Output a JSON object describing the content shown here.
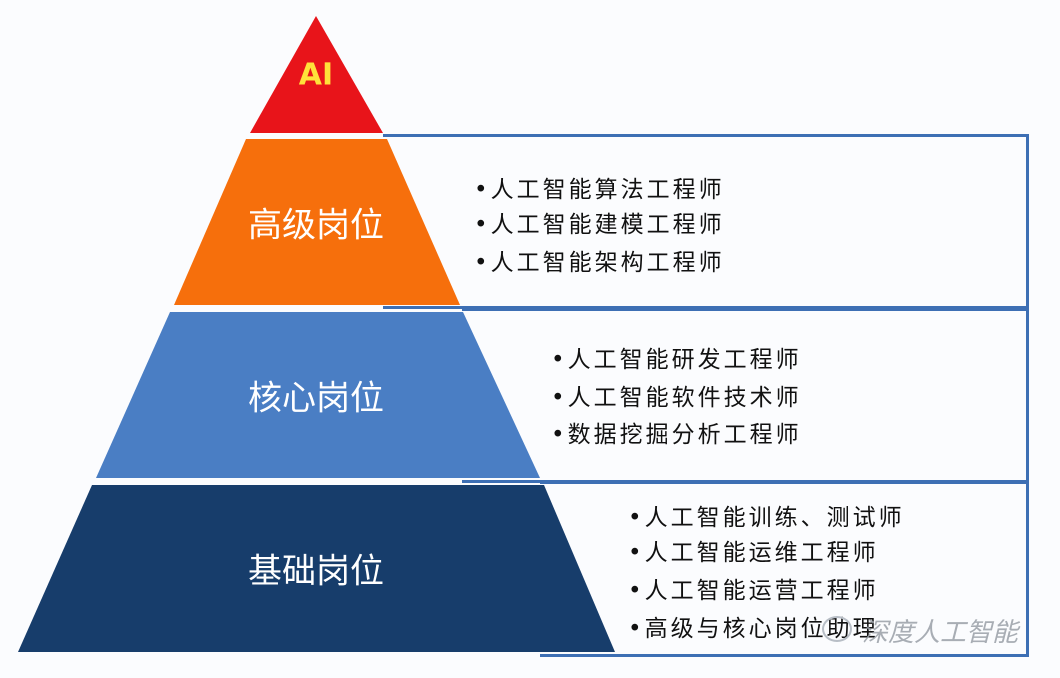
{
  "pyramid": {
    "top": {
      "label": "AI",
      "color": "#e8141a"
    },
    "levels": [
      {
        "label": "高级岗位",
        "color": "#f66f0c",
        "items": [
          "•人工智能算法工程师",
          "•人工智能建模工程师",
          "•人工智能架构工程师"
        ]
      },
      {
        "label": "核心岗位",
        "color": "#4a7ec4",
        "items": [
          "•人工智能研发工程师",
          "•人工智能软件技术师",
          "•数据挖掘分析工程师"
        ]
      },
      {
        "label": "基础岗位",
        "color": "#173d6b",
        "items": [
          "•人工智能训练、测试师",
          "•人工智能运维工程师",
          "•人工智能运营工程师",
          "•高级与核心岗位助理"
        ]
      }
    ]
  },
  "watermark": "深度人工智能"
}
